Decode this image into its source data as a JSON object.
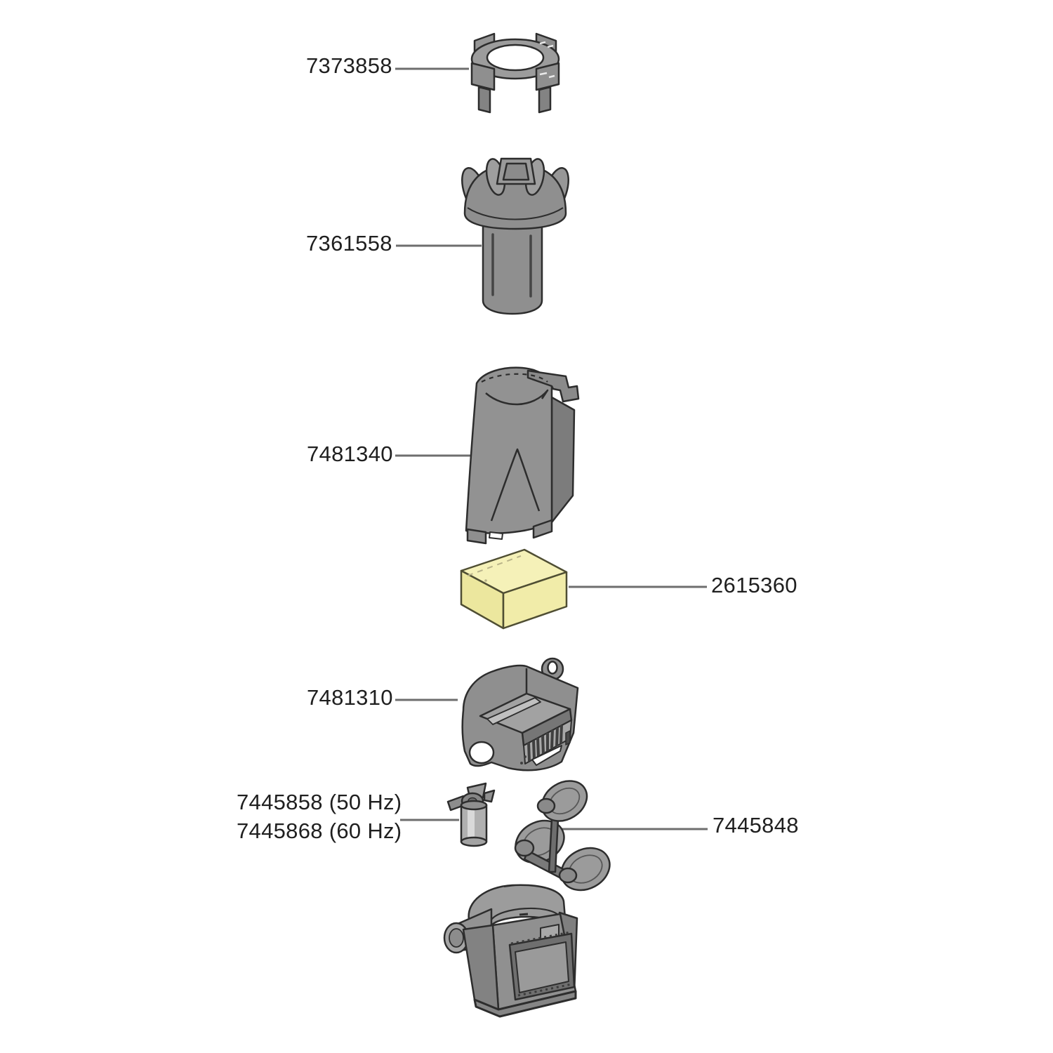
{
  "page": {
    "background": "#ffffff",
    "type": "exploded-parts-diagram"
  },
  "diagram": {
    "colors": {
      "part_gray": "#909090",
      "part_gray_dark": "#7c7c7c",
      "outline": "#2d2d2d",
      "leader_line": "#6e6e6e",
      "foam_yellow": "#f2eda9",
      "label_text": "#1f1f1f"
    },
    "parts": [
      {
        "id": "frame-clamp",
        "label": "7373858",
        "label_side": "left"
      },
      {
        "id": "rotor-cap",
        "label": "7361558",
        "label_side": "left"
      },
      {
        "id": "pump-cover",
        "label": "7481340",
        "label_side": "left"
      },
      {
        "id": "filter-foam",
        "label": "2615360",
        "label_side": "right"
      },
      {
        "id": "motor-housing",
        "label": "7481310",
        "label_side": "left"
      },
      {
        "id": "impeller",
        "label_line1": "7445858 (50 Hz)",
        "label_line2": "7445868 (60 Hz)",
        "label_side": "left"
      },
      {
        "id": "suction-cup-set",
        "label": "7445848",
        "label_side": "right"
      },
      {
        "id": "pump-body",
        "label": ""
      }
    ]
  }
}
